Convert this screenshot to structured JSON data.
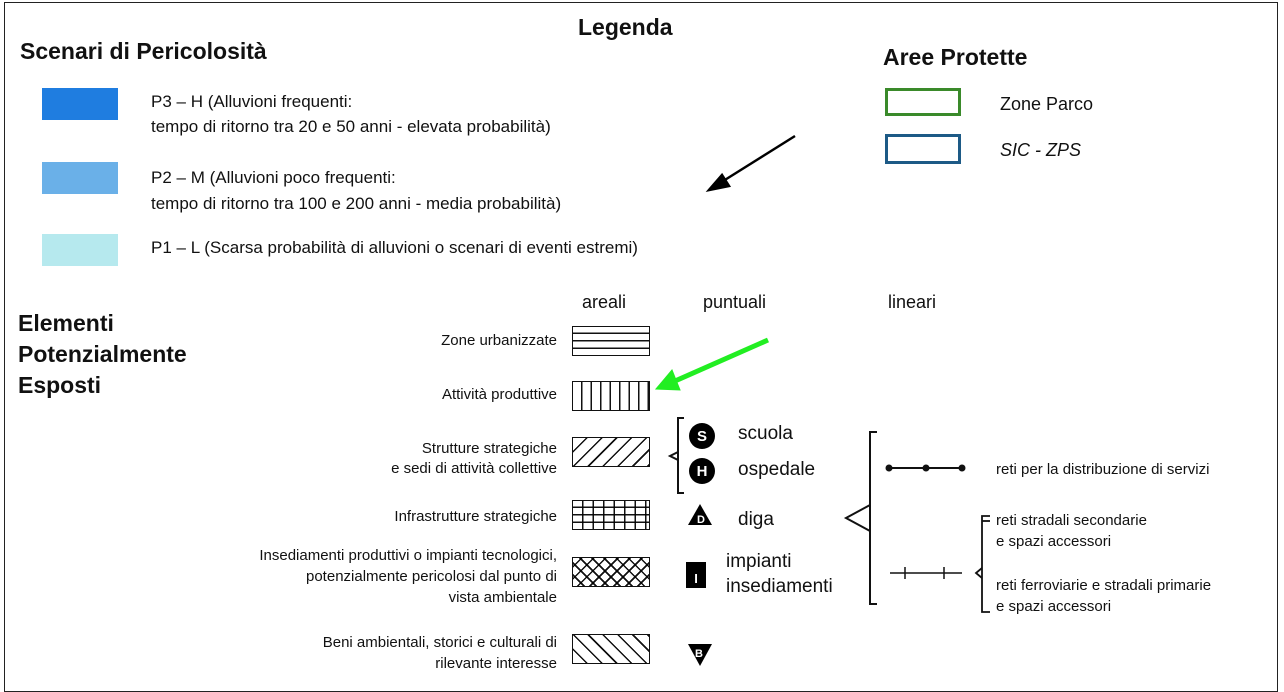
{
  "legend": {
    "title": "Legenda",
    "hazard_section": {
      "title": "Scenari di Pericolosità",
      "items": [
        {
          "line1": "P3 – H (Alluvioni frequenti:",
          "line2": "tempo di ritorno tra 20 e 50 anni  - elevata probabilità)",
          "color": "#1f7de0"
        },
        {
          "line1": "P2 – M (Alluvioni poco frequenti:",
          "line2": "tempo di ritorno tra 100 e 200 anni  - media probabilità)",
          "color": "#6ab0e8"
        },
        {
          "line1": "P1 – L (Scarsa probabilità di alluvioni o scenari di eventi estremi)",
          "line2": "",
          "color": "#b6e9ee"
        }
      ]
    },
    "protected_section": {
      "title": "Aree Protette",
      "items": [
        {
          "label": "Zone Parco",
          "color": "#3a8a2a"
        },
        {
          "label": "SIC - ZPS",
          "color": "#1d5a86"
        }
      ]
    },
    "exposed_section": {
      "title_line1": "Elementi",
      "title_line2": "Potenzialmente",
      "title_line3": "Esposti",
      "column_headers": {
        "areali": "areali",
        "puntuali": "puntuali",
        "lineari": "lineari"
      },
      "areal_items": [
        {
          "label": "Zone urbanizzate",
          "pattern": "horizontal"
        },
        {
          "label": "Attività produttive",
          "pattern": "vertical"
        },
        {
          "label_line1": "Strutture strategiche",
          "label_line2": "e sedi di attività collettive",
          "pattern": "diagonal"
        },
        {
          "label": "Infrastrutture strategiche",
          "pattern": "grid"
        },
        {
          "label_line1": "Insediamenti produttivi o impianti tecnologici,",
          "label_line2": "potenzialmente pericolosi dal punto di",
          "label_line3": "vista ambientale",
          "pattern": "crosshatch"
        },
        {
          "label_line1": "Beni ambientali, storici e culturali di",
          "label_line2": "rilevante interesse",
          "pattern": "backdiagonal"
        }
      ],
      "point_items": {
        "scuola": {
          "symbol": "S",
          "label": "scuola"
        },
        "ospedale": {
          "symbol": "H",
          "label": "ospedale"
        },
        "diga": {
          "symbol": "D",
          "label": "diga"
        },
        "impianti": {
          "symbol": "I",
          "label_line1": "impianti",
          "label_line2": "insediamenti"
        },
        "beni": {
          "symbol": "B"
        }
      },
      "linear_items": {
        "reti_servizi": "reti per la distribuzione di servizi",
        "reti_stradali_line1": "reti stradali secondarie",
        "reti_stradali_line2": "e spazi accessori",
        "reti_ferroviarie_line1": "reti ferroviarie e stradali primarie",
        "reti_ferroviarie_line2": "e spazi accessori"
      }
    },
    "annotations": {
      "black_arrow_color": "#000000",
      "green_arrow_color": "#22ee22"
    }
  }
}
